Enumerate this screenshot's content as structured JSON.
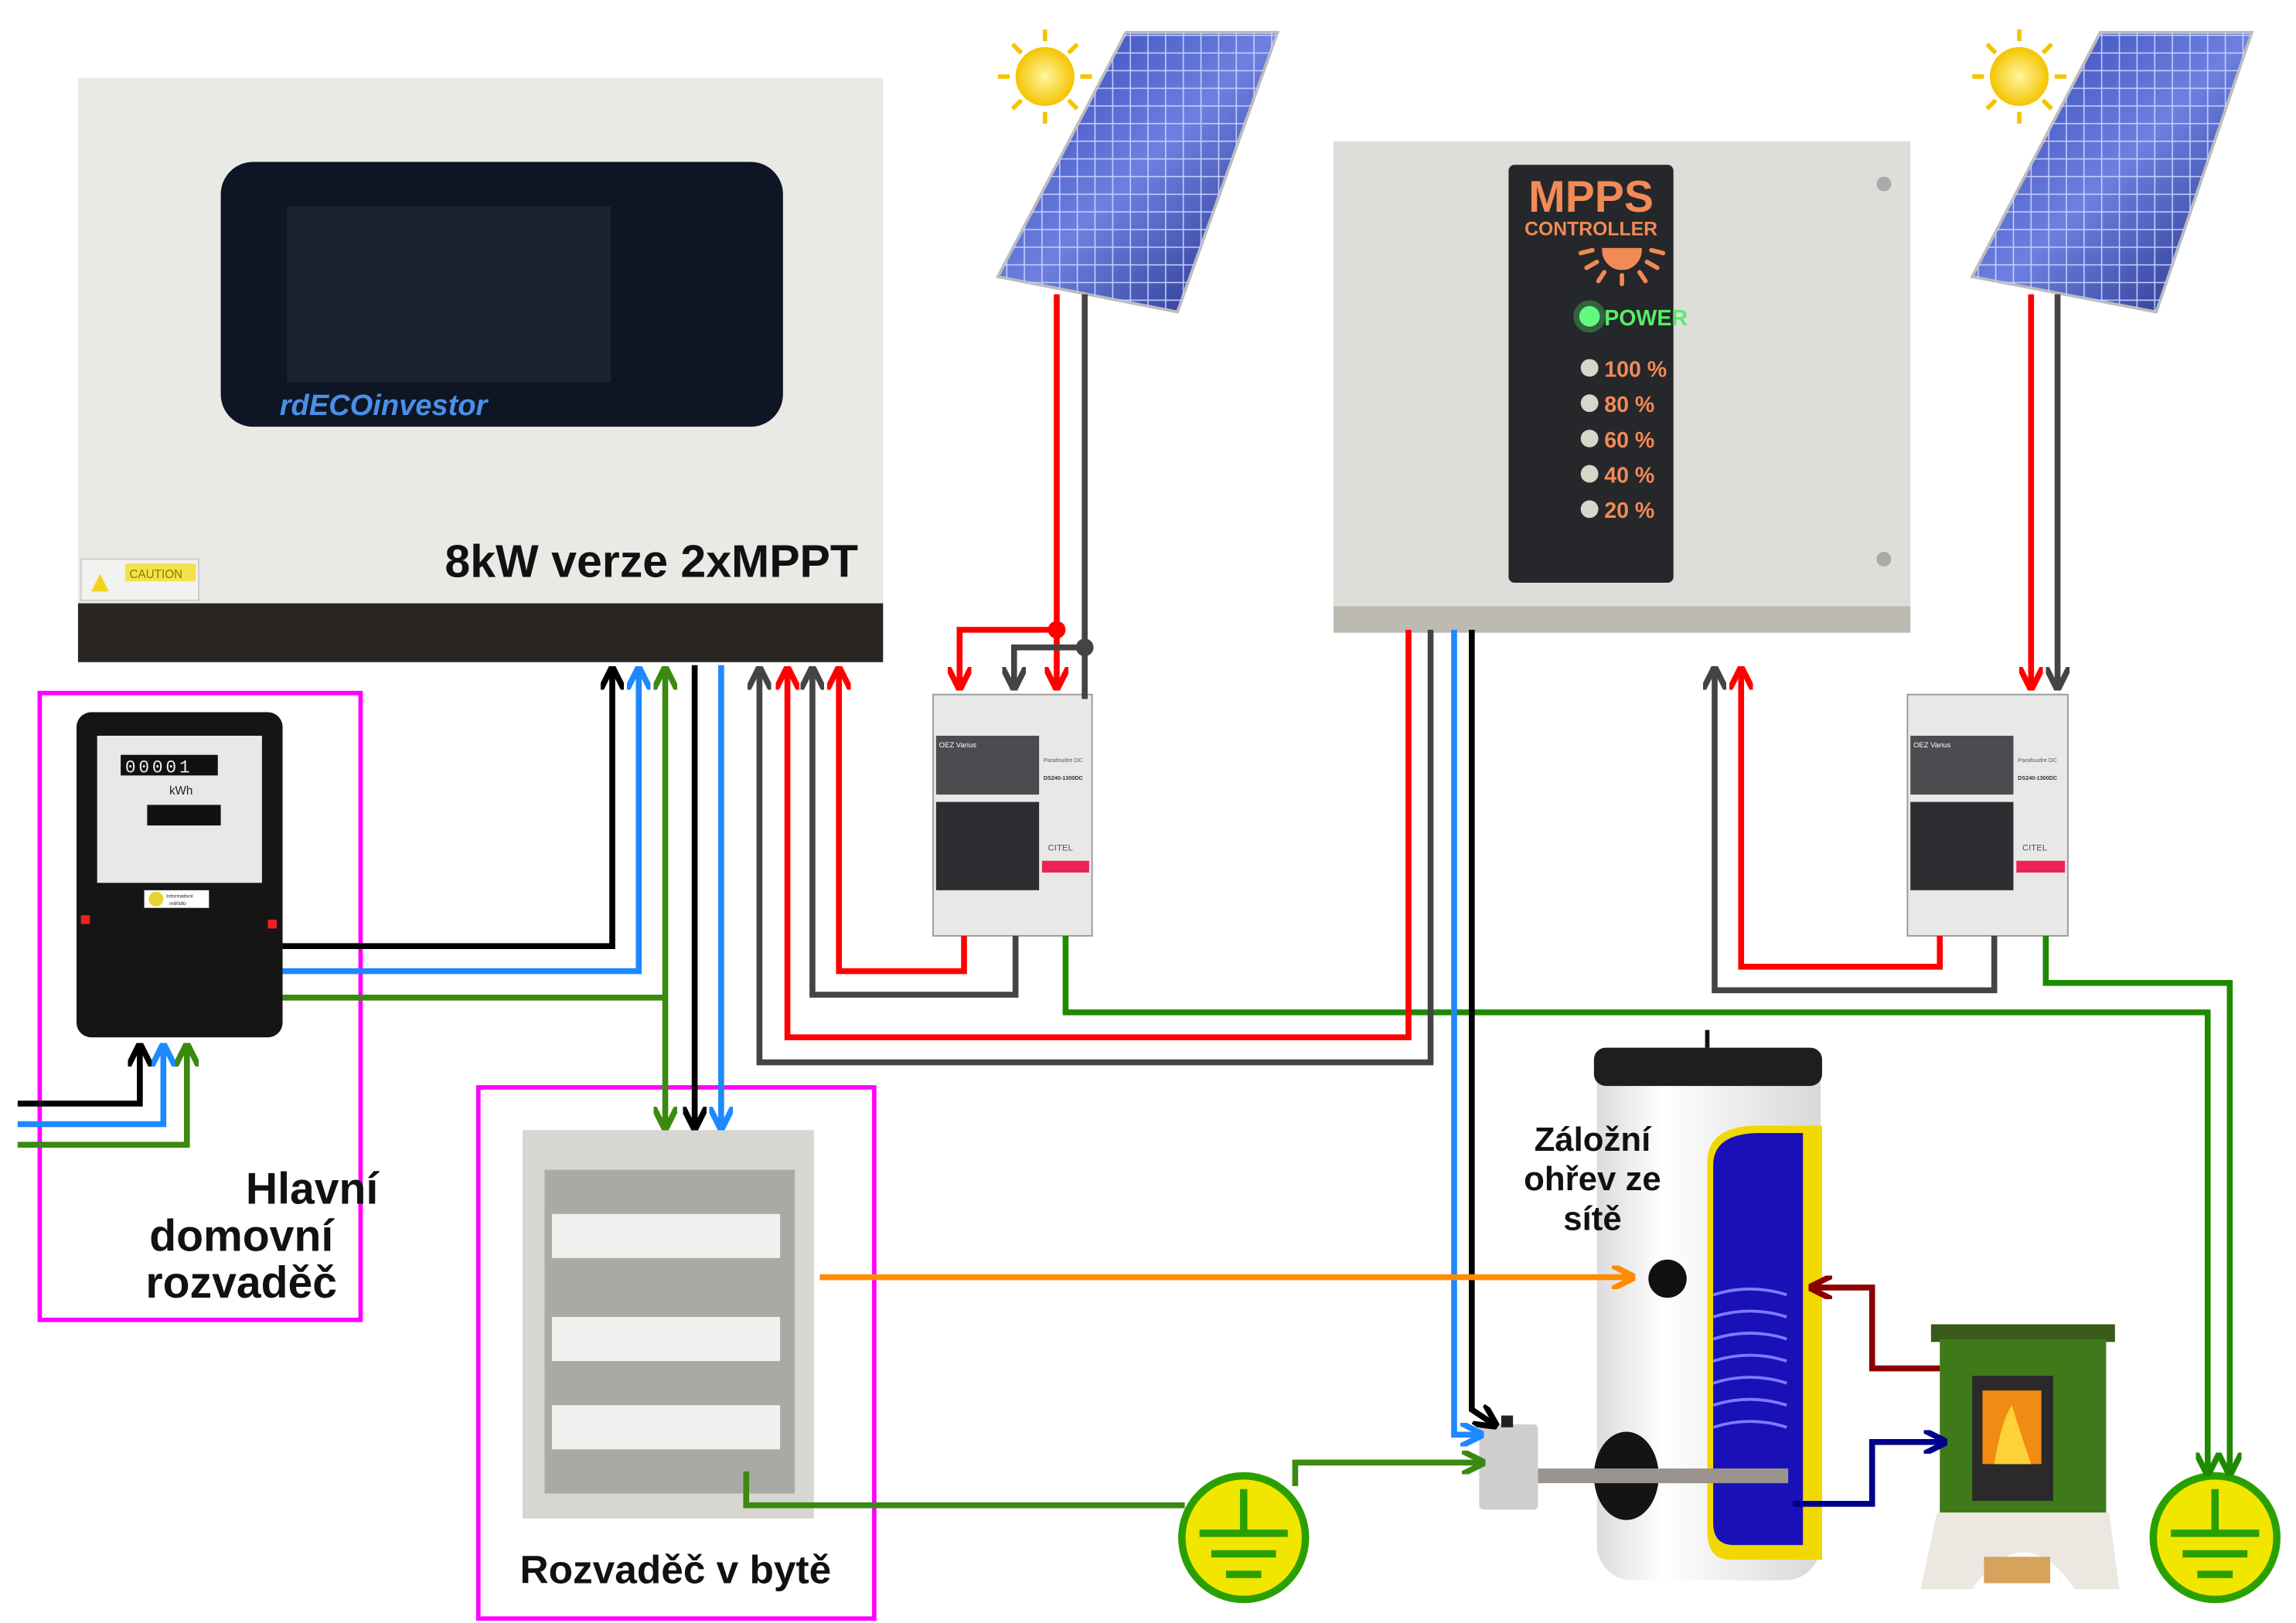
{
  "labels": {
    "inverter": "8kW verze 2xMPPT",
    "inverter_brand": "rdECOinvestor",
    "inverter_caution": "CAUTION",
    "main_board": [
      "Hlavní",
      "domovní",
      "rozvaděč"
    ],
    "flat_board": "Rozvaděč v bytě",
    "backup_heating": [
      "Záložní",
      "ohřev ze",
      "sítě"
    ]
  },
  "mpps_controller": {
    "title": "MPPS",
    "subtitle": "CONTROLLER",
    "power_label": "POWER",
    "power_on": true,
    "levels": [
      "100 %",
      "80 %",
      "60 %",
      "40 %",
      "20 %"
    ],
    "brand_color": "#f28a55",
    "power_color": "#55ee66"
  },
  "meter": {
    "reading": "00001",
    "unit": "kWh",
    "info_sticker": [
      "Informativní",
      "měřidlo"
    ]
  },
  "breakers": {
    "brand_left": "OEZ Varius",
    "surge_brand": "CITEL",
    "surge_model": "DS240-1300DC",
    "surge_desc": "Parafoudre DC"
  },
  "colors": {
    "dc_plus": "#ff0000",
    "dc_minus": "#444444",
    "phase": "#000000",
    "neutral": "#1e88ff",
    "earth": "#2e8b00",
    "backup_feed": "#ff8c00",
    "hot_water": "#8b0000",
    "return_water": "#00008b",
    "frame": "#ff00ff"
  }
}
